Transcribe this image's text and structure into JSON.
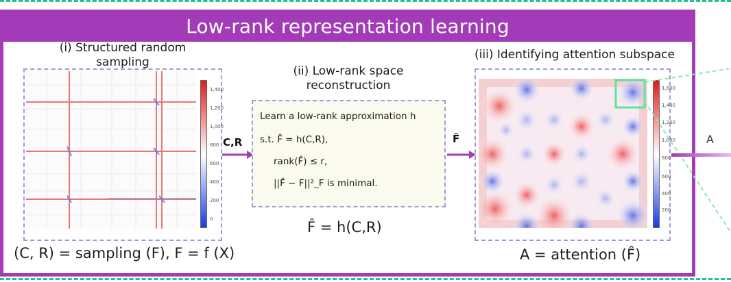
{
  "header": {
    "title": "Low-rank representation learning"
  },
  "sections": {
    "sampling_title": "(i) Structured random sampling",
    "reconstruction_title": "(ii) Low-rank space reconstruction",
    "attention_title": "(iii) Identifying attention subspace"
  },
  "arrows": {
    "left_label": "C,R",
    "right_label": "F̂",
    "far_right_label": "A"
  },
  "reconstruction_box": {
    "line1": "Learn a low-rank approximation h",
    "line2": "s.t. F̂ = h(C,R),",
    "line3": "rank(F̂) ≤ r,",
    "line4": "||F̂ − F||²_F is minimal."
  },
  "formulas": {
    "sampling": "(C, R) = sampling (F), F = f (X)",
    "reconstruction": "F̂ = h(C,R)",
    "attention": "A = attention (F̂)"
  },
  "colorbars": {
    "left_ticks": [
      "1,400",
      "1,200",
      "1,000",
      "800",
      "600",
      "400",
      "200",
      "0"
    ],
    "right_ticks": [
      "1,600",
      "1,400",
      "1,200",
      "1,000",
      "800",
      "600",
      "400",
      "200"
    ]
  },
  "colors": {
    "accent_purple": "#a33ab8",
    "dashed_lilac": "#9e9ad8",
    "highlight_green": "#22c18f",
    "heat_red": "#e23b3b",
    "heat_blue": "#2f5bd6"
  }
}
